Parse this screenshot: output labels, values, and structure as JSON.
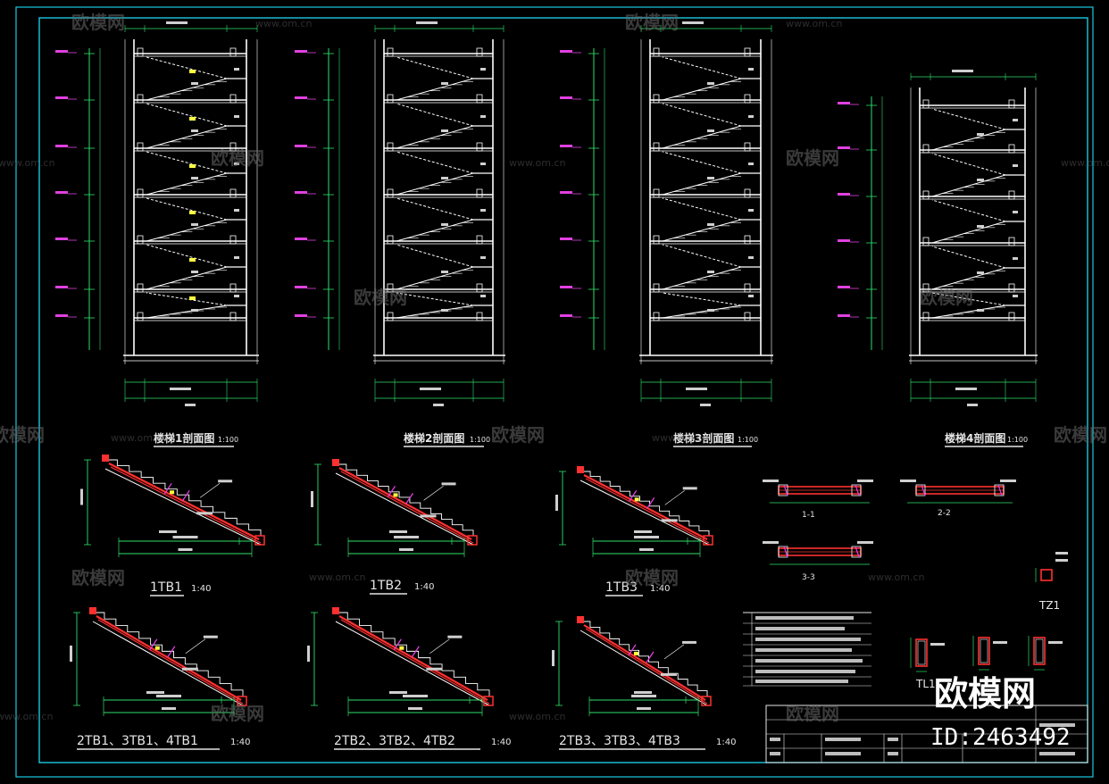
{
  "drawing": {
    "section_titles": [
      {
        "name": "楼梯1剖面图",
        "scale": "1:100"
      },
      {
        "name": "楼梯2剖面图",
        "scale": "1:100"
      },
      {
        "name": "楼梯3剖面图",
        "scale": "1:100"
      },
      {
        "name": "楼梯4剖面图",
        "scale": "1:100"
      }
    ],
    "detail_titles": [
      {
        "name": "1TB1",
        "scale": "1:40"
      },
      {
        "name": "1TB2",
        "scale": "1:40"
      },
      {
        "name": "1TB3",
        "scale": "1:40"
      },
      {
        "name": "2TB1、3TB1、4TB1",
        "scale": "1:40"
      },
      {
        "name": "2TB2、3TB2、4TB2",
        "scale": "1:40"
      },
      {
        "name": "2TB3、3TB3、4TB3",
        "scale": "1:40"
      }
    ],
    "cut_labels": [
      "1-1",
      "2-2",
      "3-3"
    ],
    "column_labels": [
      "TZ1",
      "TL1"
    ],
    "watermark": {
      "brand": "欧模网",
      "url": "www.om.cn",
      "id_text": "ID:2463492"
    },
    "colors": {
      "frame": "#19c8e0",
      "structure": "#ffffff",
      "dimension": "#2ee06a",
      "elevation": "#e040e0",
      "rebar": "#ff3030",
      "annotation": "#ffff40"
    }
  }
}
